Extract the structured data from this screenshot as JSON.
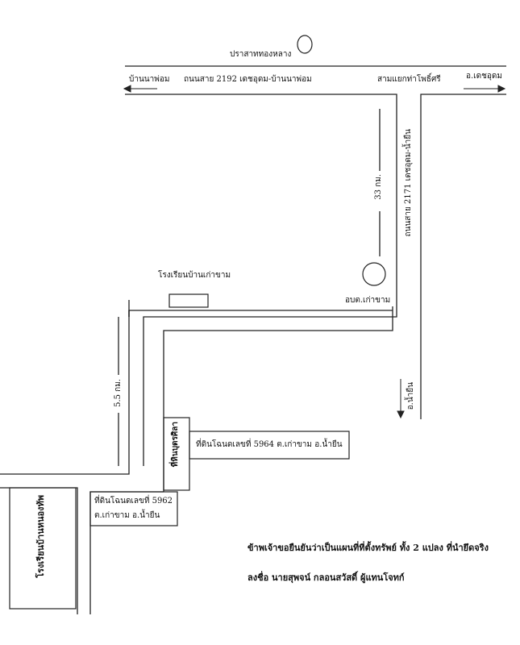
{
  "labels": {
    "prasat": "ปราสาททองหลาง",
    "ban_na_phon": "บ้านนาพ่อม",
    "road_2192": "ถนนสาย 2192 เดชอุดม-บ้านนาพ่อม",
    "samyaek": "สามแยกท่าโพธิ์ศรี",
    "to_det_udom": "อ.เดชอุดม",
    "road_2171": "ถนนสาย 2171 เดชอุดม-น้ำยืน",
    "dist_33": "33 กม.",
    "school_kao_kham": "โรงเรียนบ้านเก่าขาม",
    "obt": "อบต.เก่าขาม",
    "dist_55": "5.5 กม.",
    "to_nam_yuen": "อ.น้ำยืน",
    "public_land": "ที่หินบุตรศิลา",
    "plot_5964": "ที่ดินโฉนดเลขที่ 5964 ต.เก่าขาม อ.น้ำยืน",
    "plot_5962_line1": "ที่ดินโฉนดเลขที่ 5962",
    "plot_5962_line2": "ต.เก่าขาม อ.น้ำยืน",
    "school_nong_ong": "โรงเรียนบ้านหนองทัพ"
  },
  "notes": {
    "line1": "ข้าพเจ้าขอยืนยันว่าเป็นแผนที่ที่ตั้งทรัพย์ ทั้ง 2 แปลง ที่นำยึดจริง",
    "line2": "ลงชื่อ นายสุพจน์ กลอนสวัสดิ์ ผู้แทนโจทก์"
  }
}
